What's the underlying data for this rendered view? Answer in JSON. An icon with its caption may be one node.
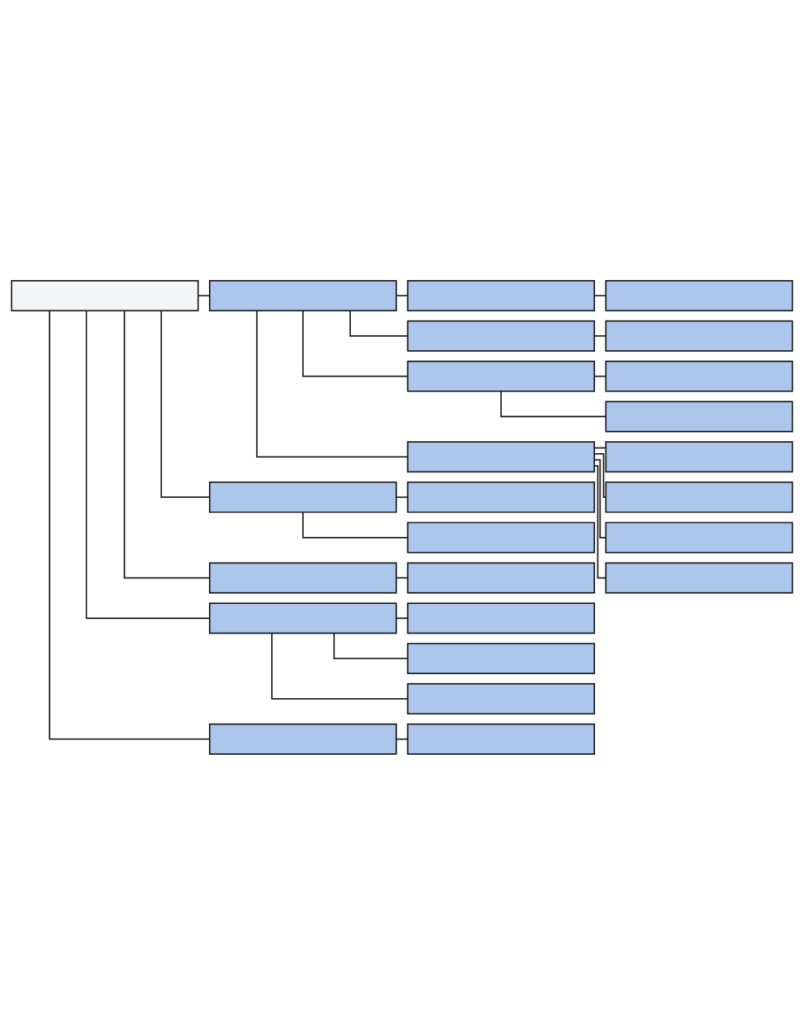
{
  "diagram": {
    "nodes": [
      {
        "text": [],
        "shape": "box"
      },
      {
        "text": [],
        "shape": "box"
      },
      {
        "text": [],
        "shape": "box"
      },
      {
        "text": [],
        "shape": "box"
      },
      {
        "text": [],
        "shape": "box"
      },
      {
        "text": [],
        "shape": "box"
      },
      {
        "text": [],
        "shape": "box"
      },
      {
        "text": [],
        "shape": "box"
      },
      {
        "text": [],
        "shape": "box"
      },
      {
        "text": [],
        "shape": "box"
      },
      {
        "text": [],
        "shape": "box"
      },
      {
        "text": [],
        "shape": "box"
      },
      {
        "text": [],
        "shape": "box"
      },
      {
        "text": [],
        "shape": "box"
      },
      {
        "text": [],
        "shape": "box"
      },
      {
        "text": [],
        "shape": "box"
      },
      {
        "text": [],
        "shape": "box"
      },
      {
        "text": [],
        "shape": "box"
      },
      {
        "text": [],
        "shape": "box"
      },
      {
        "text": [],
        "shape": "box"
      },
      {
        "text": [],
        "shape": "box"
      },
      {
        "text": [],
        "shape": "box"
      },
      {
        "text": [],
        "shape": "box"
      },
      {
        "text": [],
        "shape": "box"
      },
      {
        "text": [],
        "shape": "box"
      }
    ],
    "edges": [
      {
        "from": 0,
        "to": 1,
        "arrow": "none"
      },
      {
        "from": 1,
        "to": 2,
        "arrow": "none"
      },
      {
        "from": 2,
        "to": 3,
        "arrow": "none"
      },
      {
        "from": 1,
        "to": 4,
        "arrow": "none"
      },
      {
        "from": 4,
        "to": 5,
        "arrow": "none"
      },
      {
        "from": 1,
        "to": 6,
        "arrow": "none"
      },
      {
        "from": 6,
        "to": 7,
        "arrow": "none"
      },
      {
        "from": 6,
        "to": 8,
        "arrow": "none"
      },
      {
        "from": 1,
        "to": 9,
        "arrow": "none"
      },
      {
        "from": 9,
        "to": 10,
        "arrow": "none"
      },
      {
        "from": 9,
        "to": 11,
        "arrow": "none"
      },
      {
        "from": 9,
        "to": 12,
        "arrow": "none"
      },
      {
        "from": 9,
        "to": 13,
        "arrow": "none"
      },
      {
        "from": 0,
        "to": 14,
        "arrow": "none"
      },
      {
        "from": 14,
        "to": 15,
        "arrow": "none"
      },
      {
        "from": 14,
        "to": 16,
        "arrow": "none"
      },
      {
        "from": 0,
        "to": 17,
        "arrow": "none"
      },
      {
        "from": 17,
        "to": 18,
        "arrow": "none"
      },
      {
        "from": 0,
        "to": 19,
        "arrow": "none"
      },
      {
        "from": 19,
        "to": 20,
        "arrow": "none"
      },
      {
        "from": 19,
        "to": 21,
        "arrow": "none"
      },
      {
        "from": 19,
        "to": 22,
        "arrow": "none"
      },
      {
        "from": 0,
        "to": 23,
        "arrow": "none"
      },
      {
        "from": 23,
        "to": 24,
        "arrow": "none"
      }
    ]
  }
}
